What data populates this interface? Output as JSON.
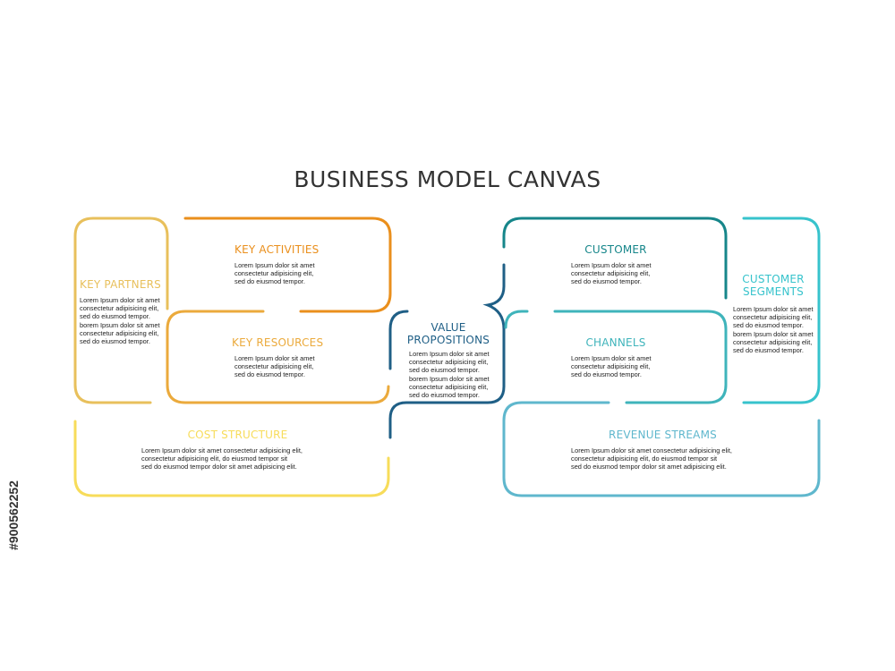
{
  "title": "BUSINESS MODEL CANVAS",
  "colors": {
    "key_partners": "#e8c05c",
    "key_activities": "#ea8f1c",
    "key_resources": "#ebaa3c",
    "cost_structure": "#f7dc5a",
    "value_propositions": "#1f5f86",
    "customer": "#16868a",
    "channels": "#3fb4bb",
    "customer_segments": "#37c3cc",
    "revenue_streams": "#5fb7cd"
  },
  "blocks": {
    "key_partners": {
      "title": "KEY PARTNERS",
      "lines": [
        "Lorem Ipsum dolor sit amet",
        "consectetur adipisicing elit,",
        "sed do eiusmod tempor.",
        "borem Ipsum dolor sit amet",
        "consectetur adipisicing elit,",
        "sed do eiusmod tempor."
      ]
    },
    "key_activities": {
      "title": "KEY ACTIVITIES",
      "lines": [
        "Lorem Ipsum dolor sit amet",
        "consectetur adipisicing elit,",
        "sed do eiusmod tempor."
      ]
    },
    "key_resources": {
      "title": "KEY RESOURCES",
      "lines": [
        "Lorem Ipsum dolor sit amet",
        "consectetur adipisicing elit,",
        "sed do eiusmod tempor."
      ]
    },
    "value_propositions": {
      "title": [
        "VALUE",
        "PROPOSITIONS"
      ],
      "lines": [
        "Lorem Ipsum dolor sit amet",
        "consectetur adipisicing elit,",
        "sed do eiusmod tempor.",
        "borem Ipsum dolor sit amet",
        "consectetur adipisicing elit,",
        "sed do eiusmod tempor."
      ]
    },
    "customer": {
      "title": "CUSTOMER",
      "lines": [
        "Lorem Ipsum dolor sit amet",
        "consectetur adipisicing elit,",
        "sed do eiusmod tempor."
      ]
    },
    "channels": {
      "title": "CHANNELS",
      "lines": [
        "Lorem Ipsum dolor sit amet",
        "consectetur adipisicing elit,",
        "sed do eiusmod tempor."
      ]
    },
    "customer_segments": {
      "title": [
        "CUSTOMER",
        "SEGMENTS"
      ],
      "lines": [
        "Lorem Ipsum dolor sit amet",
        "consectetur adipisicing elit,",
        "sed do eiusmod tempor.",
        "borem Ipsum dolor sit amet",
        "consectetur adipisicing elit,",
        "sed do eiusmod tempor."
      ]
    },
    "cost_structure": {
      "title": "COST STRUCTURE",
      "lines": [
        "Lorem Ipsum dolor sit amet consectetur adipisicing elit,",
        "consectetur adipisicing elit, do eiusmod tempor sit",
        "sed do eiusmod tempor dolor sit amet adipisicing elit."
      ]
    },
    "revenue_streams": {
      "title": "REVENUE STREAMS",
      "lines": [
        "Lorem Ipsum dolor sit amet consectetur adipisicing elit,",
        "consectetur adipisicing elit, do eiusmod tempor sit",
        "sed do eiusmod tempor dolor sit amet adipisicing elit."
      ]
    }
  },
  "watermark": "#900562252"
}
